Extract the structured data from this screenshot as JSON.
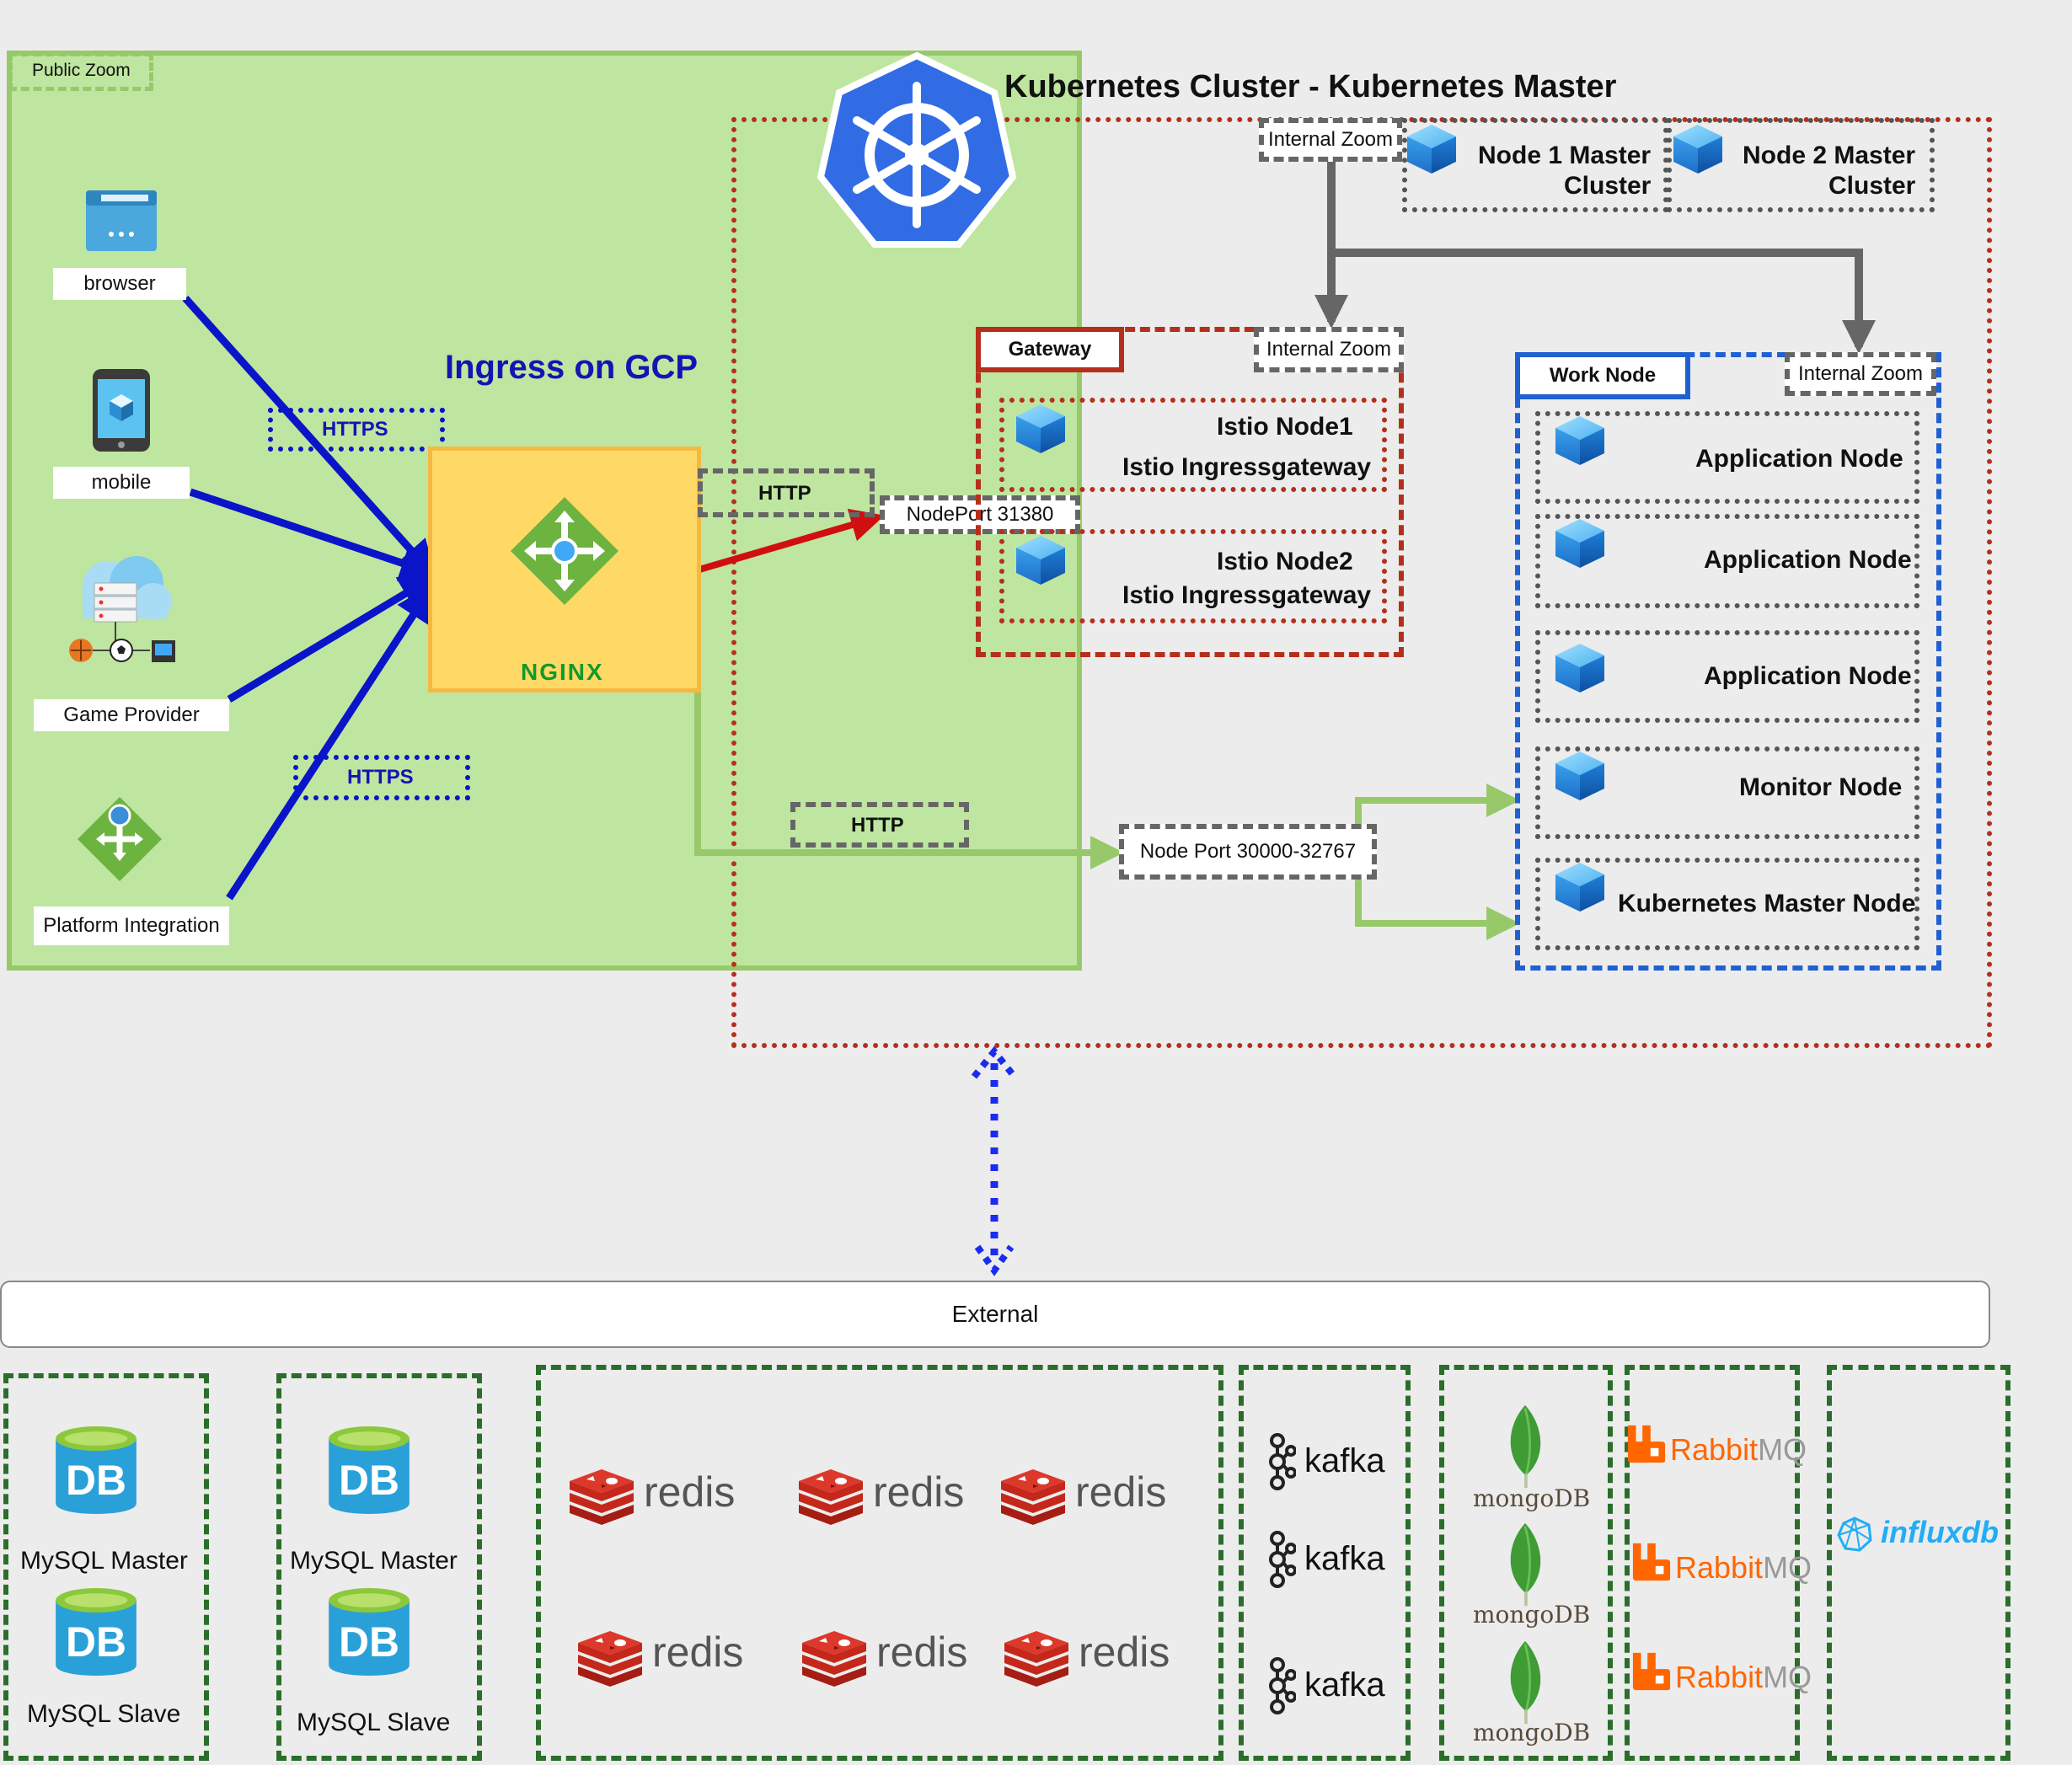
{
  "colors": {
    "background": "#ececec",
    "public_zone_fill": "#bee6a0",
    "public_zone_border": "#97c96a",
    "cluster_border": "#b5301c",
    "gateway_border": "#b5301c",
    "worknode_border": "#2060d0",
    "https_arrow": "#0a14c8",
    "http_arrow_red": "#d01010",
    "http_arrow_green": "#97c96a",
    "internal_arrow": "#666666",
    "external_dotted": "#1a2cf0",
    "db_group_border": "#2a6e2a",
    "nginx_box": "#ffd966",
    "nginx_border": "#f4b942",
    "ingress_title": "#1414b4",
    "kubernetes_blue": "#326ce5"
  },
  "public_zone": {
    "label": "Public Zoom",
    "clients": [
      {
        "label": "browser",
        "icon": "browser-window-icon"
      },
      {
        "label": "mobile",
        "icon": "mobile-app-icon"
      },
      {
        "label": "Game Provider",
        "icon": "cloud-server-icon"
      },
      {
        "label": "Platform Integration",
        "icon": "network-gateway-icon"
      }
    ],
    "https_labels": [
      "HTTPS",
      "HTTPS"
    ],
    "ingress_title": "Ingress on GCP",
    "nginx_label": "NGINX"
  },
  "cluster": {
    "title": "Kubernetes Cluster - Kubernetes Master",
    "internal_zone_label": "Internal Zoom",
    "masters": [
      {
        "label_line1": "Node 1 Master",
        "label_line2": "Cluster"
      },
      {
        "label_line1": "Node 2 Master",
        "label_line2": "Cluster"
      }
    ],
    "http_label_1": "HTTP",
    "http_label_2": "HTTP",
    "nodeport_1": "NodePort 31380",
    "nodeport_2": "Node Port 30000-32767",
    "gateway": {
      "label": "Gateway",
      "internal_zone_label": "Internal Zoom",
      "nodes": [
        {
          "line1": "Istio Node1",
          "line2": "Istio Ingressgateway"
        },
        {
          "line1": "Istio Node2",
          "line2": "Istio Ingressgateway"
        }
      ]
    },
    "work_node": {
      "label": "Work Node",
      "internal_zone_label": "Internal Zoom",
      "nodes": [
        "Application Node",
        "Application Node",
        "Application Node",
        "Monitor Node",
        "Kubernetes Master Node"
      ]
    }
  },
  "external": {
    "label": "External",
    "mysql_groups": [
      {
        "master": "MySQL Master",
        "slave": "MySQL Slave"
      },
      {
        "master": "MySQL Master",
        "slave": "MySQL Slave"
      }
    ],
    "db_icon_text": "DB",
    "redis": [
      "redis",
      "redis",
      "redis",
      "redis",
      "redis",
      "redis"
    ],
    "kafka": [
      "kafka",
      "kafka",
      "kafka"
    ],
    "mongodb": [
      "mongoDB",
      "mongoDB",
      "mongoDB"
    ],
    "rabbitmq": [
      {
        "part1": "Rabbit",
        "part2": "MQ"
      },
      {
        "part1": "Rabbit",
        "part2": "MQ"
      },
      {
        "part1": "Rabbit",
        "part2": "MQ"
      }
    ],
    "influxdb": "influxdb"
  }
}
